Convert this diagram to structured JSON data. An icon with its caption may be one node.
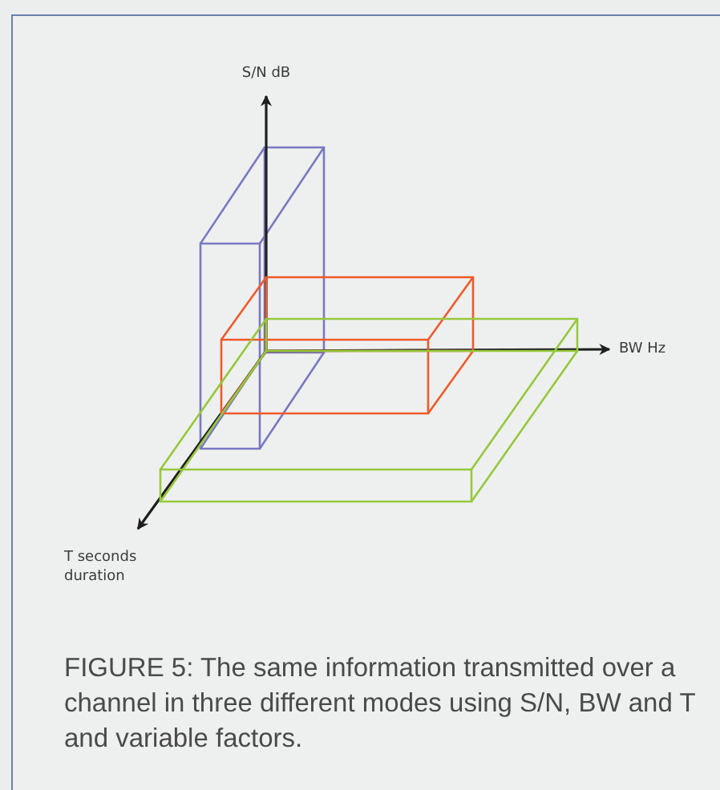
{
  "diagram": {
    "caption": "FIGURE 5: The same information transmitted over a channel in three different modes using S/N, BW and T and variable factors.",
    "labels": [
      "S/N dB",
      "BW Hz",
      "T seconds duration"
    ]
  }
}
